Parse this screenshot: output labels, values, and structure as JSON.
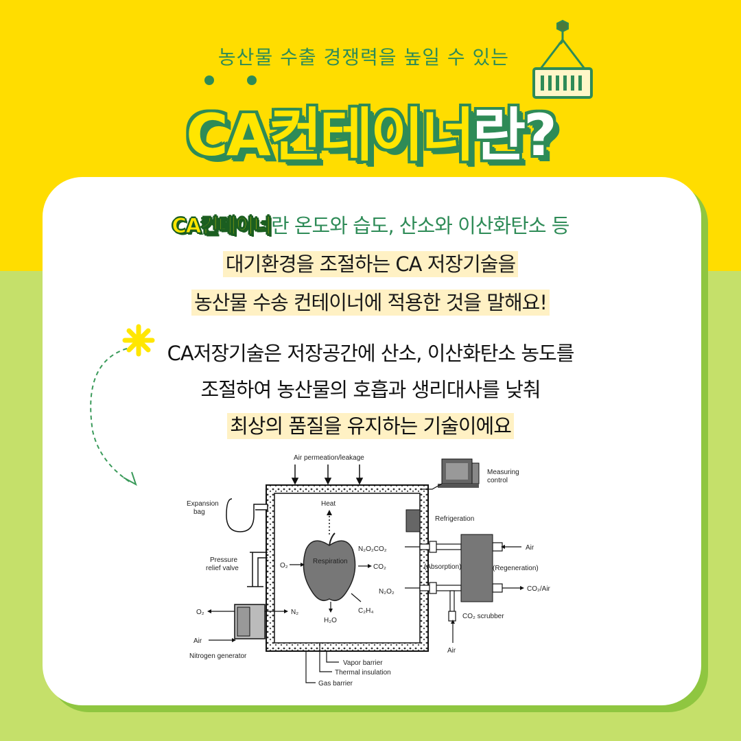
{
  "header": {
    "subtitle": "농산물 수출 경쟁력을 높일 수 있는",
    "title_highlight": "CA컨테이너",
    "title_rest": "란?"
  },
  "intro": {
    "badge": "CA컨테이너",
    "line1_rest": "란 온도와 습도, 산소와 이산화탄소 등",
    "line2": "대기환경을 조절하는 CA 저장기술을",
    "line3": "농산물 수송 컨테이너에 적용한 것을 말해요!"
  },
  "detail": {
    "line1": "CA저장기술은 저장공간에 산소, 이산화탄소 농도를",
    "line2": "조절하여 농산물의 호흡과 생리대사를 낮춰",
    "line3": "최상의 품질을 유지하는 기술이에요"
  },
  "diagram": {
    "air_permeation": "Air permeation/leakage",
    "measuring_control_1": "Measuring",
    "measuring_control_2": "control",
    "expansion_bag_1": "Expansion",
    "expansion_bag_2": "bag",
    "heat": "Heat",
    "refrigeration": "Refrigeration",
    "pressure_relief_1": "Pressure",
    "pressure_relief_2": "relief valve",
    "respiration": "Respiration",
    "o2_in": "O₂",
    "n2o2co2": "N₂O₂CO₂",
    "co2_out": "CO₂",
    "absorption": "(Absorption)",
    "regeneration": "(Regeneration)",
    "air_in": "Air",
    "n2o2": "N₂O₂",
    "co2_air": "CO₂/Air",
    "o2_out": "O₂",
    "n2": "N₂",
    "c2h4": "C₂H₄",
    "h2o": "H₂O",
    "co2_scrubber": "CO₂ scrubber",
    "air_left": "Air",
    "nitrogen_generator": "Nitrogen generator",
    "air_bottom": "Air",
    "vapor_barrier": "Vapor barrier",
    "thermal_insulation": "Thermal insulation",
    "gas_barrier": "Gas barrier"
  },
  "colors": {
    "top_bg": "#ffdd00",
    "bottom_bg": "#c5e06a",
    "accent_green": "#2e8b57",
    "highlight": "#fff1c4"
  }
}
